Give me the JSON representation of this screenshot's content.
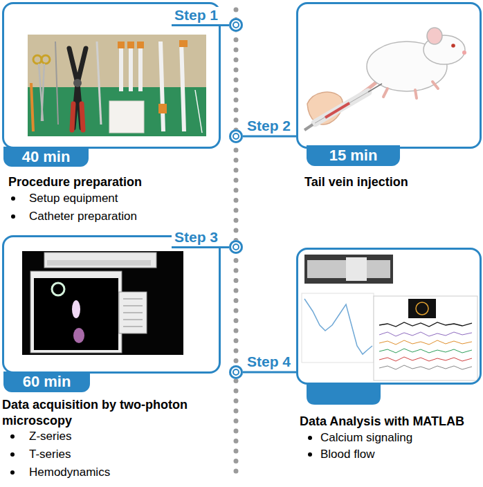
{
  "diagram": {
    "nodes": [
      {
        "text": [
          "Step 1"
        ]
      },
      {
        "text": [
          "Procedure preparation",
          "Setup equipment",
          "Catheter preparation"
        ]
      },
      {
        "text": [
          "40 min"
        ],
        "in": 1
      },
      {
        "text": [
          "Step 2"
        ]
      },
      {
        "text": [
          "Tail vein injection"
        ]
      },
      {
        "text": [
          "15 min"
        ],
        "in": 4
      },
      {
        "text": [
          "Step 3"
        ]
      },
      {
        "text": [
          "Data acquisition by two-photon microscopy",
          "Z-series",
          "T-series",
          "Hemodynamics"
        ]
      },
      {
        "text": [
          "60 min"
        ],
        "in": 7
      },
      {
        "text": [
          "Step 4"
        ]
      },
      {
        "text": [
          "Data Analysis with MATLAB",
          "Calcium signaling",
          "Blood flow"
        ]
      }
    ],
    "edges": [
      {
        "from": 0,
        "to": 1,
        "arrow": "none"
      },
      {
        "from": 3,
        "to": 4,
        "arrow": "none"
      },
      {
        "from": 6,
        "to": 7,
        "arrow": "none"
      },
      {
        "from": 9,
        "to": 10,
        "arrow": "none"
      }
    ]
  }
}
